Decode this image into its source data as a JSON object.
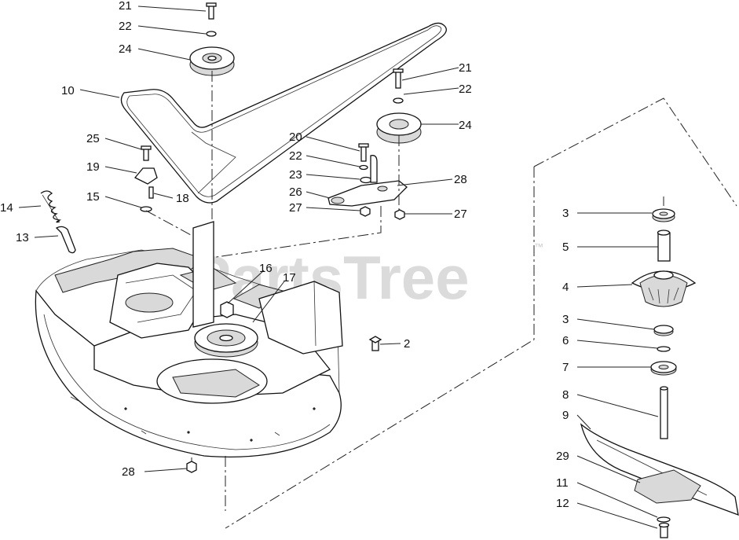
{
  "watermark": {
    "text": "PartsTree",
    "trademark": "™"
  },
  "callouts": {
    "top_bolt": "21",
    "top_washer": "22",
    "top_pulley": "24",
    "belt": "10",
    "bracket_bolt": "25",
    "bracket": "19",
    "bracket_pin": "18",
    "spring_nut": "15",
    "spring": "14",
    "eyebolt": "13",
    "idler_bolt": "21",
    "idler_washer": "22",
    "idler_pulley": "24",
    "arm_bolt": "20",
    "arm_washer": "22",
    "arm_spacer": "23",
    "arm_plate": "28",
    "arm": "26",
    "arm_nut_left": "27",
    "arm_nut_right": "27",
    "deck_pulley": "16",
    "deck_shield": "17",
    "deck_bolt": "2",
    "deck_nut": "28",
    "bearing_top": "3",
    "spacer": "5",
    "spindle_housing": "4",
    "bearing_bottom": "3",
    "washer": "6",
    "seal": "7",
    "spindle_shaft": "8",
    "blade": "9",
    "mulch_plate": "29",
    "blade_washer": "11",
    "blade_bolt": "12"
  }
}
